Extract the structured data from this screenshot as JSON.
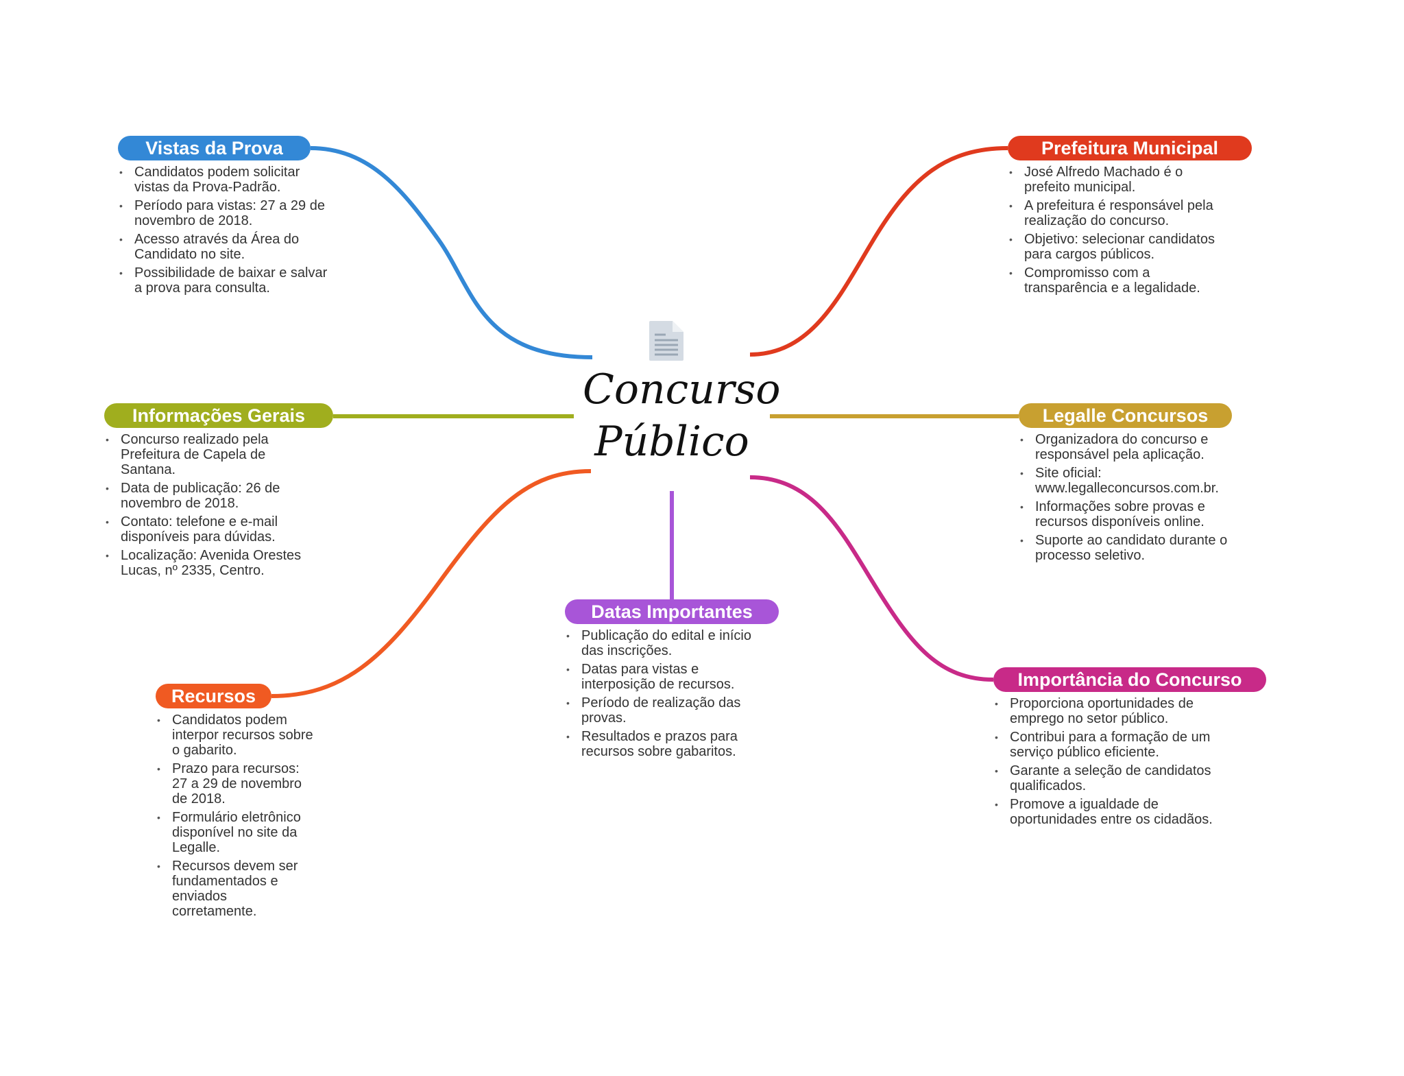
{
  "central": {
    "title_line1": "Concurso",
    "title_line2": "Público",
    "icon": "document-icon"
  },
  "colors": {
    "vistas": "#3388d6",
    "prefeitura": "#e03a1e",
    "informacoes": "#a0ae1e",
    "legalle": "#c8a030",
    "recursos": "#f05a22",
    "datas": "#a855d8",
    "importancia": "#c82a88"
  },
  "branches": {
    "vistas": {
      "label": "Vistas da Prova",
      "items": [
        "Candidatos podem solicitar vistas da Prova-Padrão.",
        "Período para vistas: 27 a 29 de novembro de 2018.",
        "Acesso através da Área do Candidato no site.",
        "Possibilidade de baixar e salvar a prova para consulta."
      ]
    },
    "prefeitura": {
      "label": "Prefeitura Municipal",
      "items": [
        "José Alfredo Machado é o prefeito municipal.",
        "A prefeitura é responsável pela realização do concurso.",
        "Objetivo: selecionar candidatos para cargos públicos.",
        "Compromisso com a transparência e a legalidade."
      ]
    },
    "informacoes": {
      "label": "Informações Gerais",
      "items": [
        "Concurso realizado pela Prefeitura de Capela de Santana.",
        "Data de publicação: 26 de novembro de 2018.",
        "Contato: telefone e e-mail disponíveis para dúvidas.",
        "Localização: Avenida Orestes Lucas, nº 2335, Centro."
      ]
    },
    "legalle": {
      "label": "Legalle Concursos",
      "items": [
        "Organizadora do concurso e responsável pela aplicação.",
        "Site oficial: www.legalleconcursos.com.br.",
        "Informações sobre provas e recursos disponíveis online.",
        "Suporte ao candidato durante o processo seletivo."
      ]
    },
    "recursos": {
      "label": "Recursos",
      "items": [
        "Candidatos podem interpor recursos sobre o gabarito.",
        "Prazo para recursos: 27 a 29 de novembro de 2018.",
        "Formulário eletrônico disponível no site da Legalle.",
        "Recursos devem ser fundamentados e enviados corretamente."
      ]
    },
    "datas": {
      "label": "Datas Importantes",
      "items": [
        "Publicação do edital e início das inscrições.",
        "Datas para vistas e interposição de recursos.",
        "Período de realização das provas.",
        "Resultados e prazos para recursos sobre gabaritos."
      ]
    },
    "importancia": {
      "label": "Importância do Concurso",
      "items": [
        "Proporciona oportunidades de emprego no setor público.",
        "Contribui para a formação de um serviço público eficiente.",
        "Garante a seleção de candidatos qualificados.",
        "Promove a igualdade de oportunidades entre os cidadãos."
      ]
    }
  }
}
